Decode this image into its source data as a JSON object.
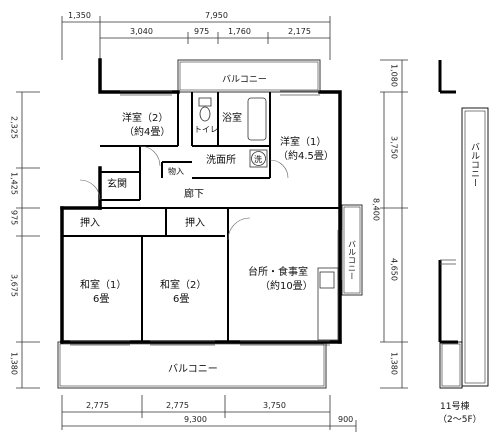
{
  "dims": {
    "top_row1": [
      "1,350",
      "7,950"
    ],
    "top_row2": [
      "3,040",
      "975",
      "1,760",
      "2,175"
    ],
    "bottom_row1": [
      "2,775",
      "2,775",
      "3,750"
    ],
    "bottom_row2": [
      "9,300",
      "900"
    ],
    "left": [
      "2,325",
      "1,425",
      "975",
      "3,675",
      "1,380"
    ],
    "right": [
      "1,080",
      "3,750",
      "8,400",
      "4,650",
      "1,380"
    ]
  },
  "rooms": {
    "balcony_top": "バルコニー",
    "western2_name": "洋室（2）",
    "western2_size": "（約4畳）",
    "toilet": "トイレ",
    "bath": "浴室",
    "western1_name": "洋室（1）",
    "western1_size": "（約4.5畳）",
    "washroom": "洗面所",
    "washer": "洗",
    "storage": "物入",
    "entrance": "玄関",
    "corridor": "廊下",
    "closet1": "押入",
    "closet2": "押入",
    "kitchen_name": "台所・食事室",
    "kitchen_size": "（約10畳）",
    "balcony_side": "バルコニー",
    "japanese1_name": "和室（1）",
    "japanese1_size": "6畳",
    "japanese2_name": "和室（2）",
    "japanese2_size": "6畳",
    "balcony_bottom": "バルコニー",
    "mini_balcony": "バルコニー"
  },
  "building": {
    "name": "11号棟",
    "floors": "（2〜5F）"
  }
}
